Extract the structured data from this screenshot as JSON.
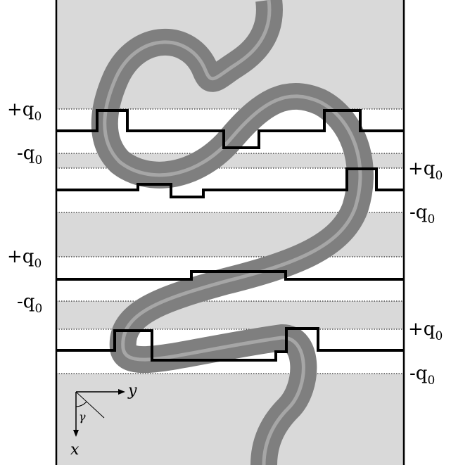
{
  "colors": {
    "panel": "#d9d9d9",
    "band": "#ffffff",
    "tube_outer": "#7f7f7f",
    "tube_inner": "#a6a6a6",
    "stroke": "#000000"
  },
  "labels": {
    "plus_q0": "+q",
    "minus_q0": "-q",
    "subscript": "0"
  },
  "axes": {
    "x": "x",
    "y": "y",
    "gamma": "γ"
  }
}
